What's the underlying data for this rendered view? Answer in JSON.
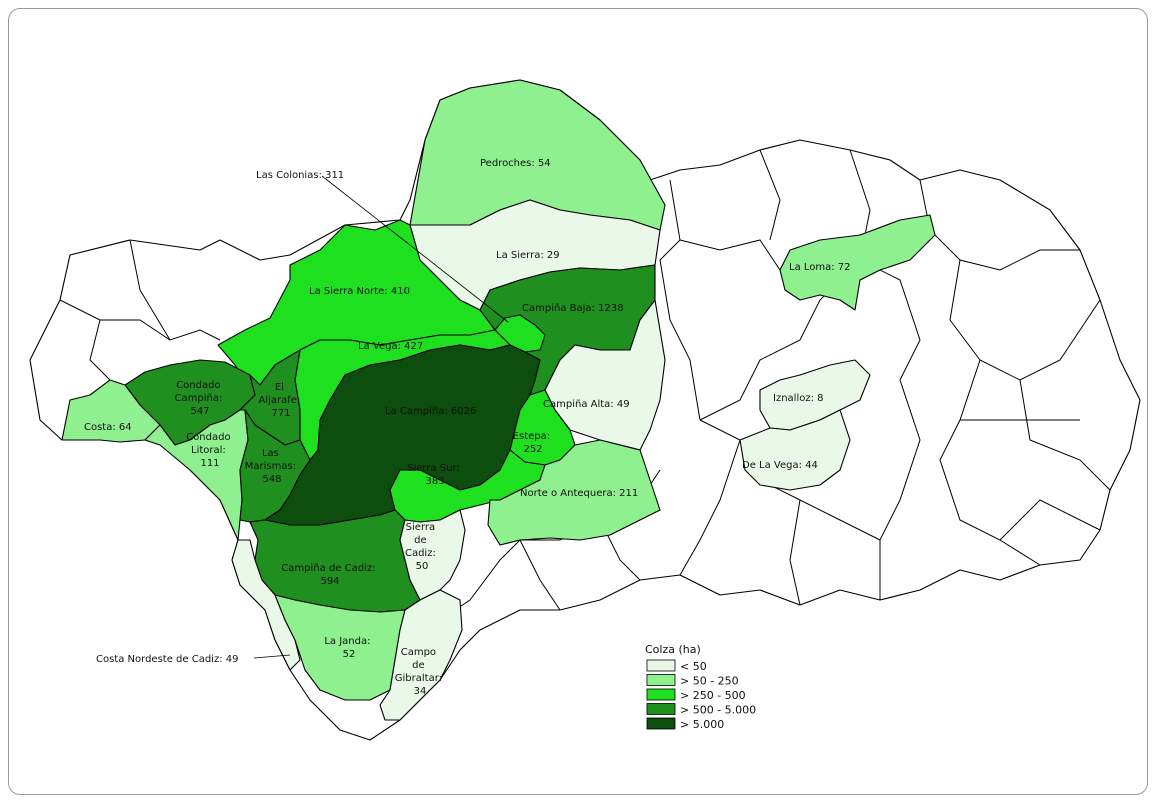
{
  "legend": {
    "title": "Colza (ha)",
    "items": [
      {
        "label": "< 50",
        "color": "#eaf8ea"
      },
      {
        "label": "> 50 - 250",
        "color": "#8ef08e"
      },
      {
        "label": "> 250 - 500",
        "color": "#1ee01e"
      },
      {
        "label": "> 500 - 5.000",
        "color": "#1f8f1f"
      },
      {
        "label": "> 5.000",
        "color": "#0d4d0d"
      }
    ]
  },
  "regions": {
    "pedroches": {
      "name": "Pedroches: 54",
      "class": 1
    },
    "la_sierra": {
      "name": "La Sierra: 29",
      "class": 0
    },
    "las_colonias": {
      "name": "Las Colonias: 311",
      "class": 2
    },
    "la_loma": {
      "name": "La Loma: 72",
      "class": 1
    },
    "sierra_norte": {
      "name": "La Sierra Norte: 410",
      "class": 2
    },
    "campina_baja": {
      "name": "Campiña Baja: 1238",
      "class": 3
    },
    "la_vega": {
      "name": "La Vega: 427",
      "class": 2
    },
    "condado_campina": {
      "name_lines": [
        "Condado",
        "Campiña:",
        "547"
      ],
      "class": 3
    },
    "el_aljarafe": {
      "name_lines": [
        "El",
        "Aljarafe:",
        "771"
      ],
      "class": 3
    },
    "la_campina": {
      "name": "La Campiña: 6026",
      "class": 4
    },
    "campina_alta": {
      "name": "Campiña Alta: 49",
      "class": 0
    },
    "iznalloz": {
      "name": "Iznalloz: 8",
      "class": 0
    },
    "costa": {
      "name": "Costa: 64",
      "class": 1
    },
    "condado_litoral": {
      "name_lines": [
        "Condado",
        "Litoral:",
        "111"
      ],
      "class": 1
    },
    "las_marismas": {
      "name_lines": [
        "Las",
        "Marismas:",
        "548"
      ],
      "class": 3
    },
    "estepa": {
      "name_lines": [
        "Estepa:",
        "252"
      ],
      "class": 2
    },
    "de_la_vega": {
      "name": "De La Vega: 44",
      "class": 0
    },
    "sierra_sur": {
      "name_lines": [
        "Sierra Sur:",
        "383"
      ],
      "class": 2
    },
    "norte_antequera": {
      "name": "Norte o Antequera: 211",
      "class": 1
    },
    "sierra_cadiz": {
      "name_lines": [
        "Sierra",
        "de",
        "Cadiz:",
        "50"
      ],
      "class": 0
    },
    "campina_cadiz": {
      "name_lines": [
        "Campiña de Cadiz:",
        "594"
      ],
      "class": 3
    },
    "la_janda": {
      "name_lines": [
        "La Janda:",
        "52"
      ],
      "class": 1
    },
    "campo_gibraltar": {
      "name_lines": [
        "Campo",
        "de",
        "Gibraltar:",
        "34"
      ],
      "class": 0
    },
    "costa_nordeste": {
      "name": "Costa Nordeste de Cadiz: 49",
      "class": 0
    }
  }
}
